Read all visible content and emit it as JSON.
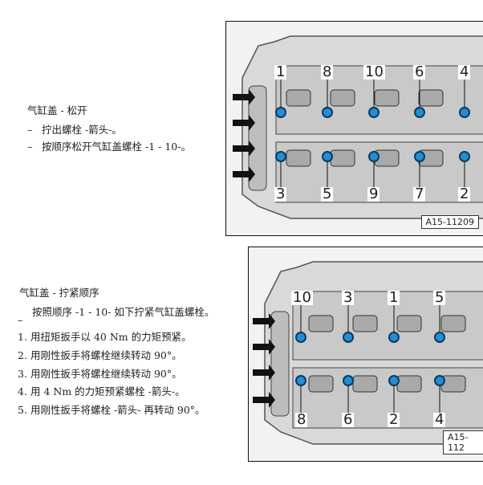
{
  "section_loosen": {
    "title": "气缸盖 - 松开",
    "bullets": [
      "拧出螺栓 -箭头-。",
      "按顺序松开气缸盖螺栓 -1 - 10-。"
    ]
  },
  "section_tighten": {
    "title": "气缸盖 - 拧紧顺序",
    "bullet": "按照顺序 -1 - 10- 如下拧紧气缸盖螺栓。",
    "steps": [
      {
        "num": "1.",
        "text": "用扭矩扳手以 40 Nm 的力矩预紧。"
      },
      {
        "num": "2.",
        "text": "用刚性扳手将螺栓继续转动 90°。"
      },
      {
        "num": "3.",
        "text": "用刚性扳手将螺栓继续转动 90°。"
      },
      {
        "num": "4.",
        "text": "用 4 Nm 的力矩预紧螺栓 -箭头-。"
      },
      {
        "num": "5.",
        "text": "用刚性扳手将螺栓 -箭头- 再转动 90°。"
      }
    ]
  },
  "figure_loosen": {
    "id": "A15-11209",
    "top_numbers": [
      "1",
      "8",
      "10",
      "6",
      "4"
    ],
    "bottom_numbers": [
      "3",
      "5",
      "9",
      "7",
      "2"
    ],
    "bolt_color": "#1f8fd6"
  },
  "figure_tighten": {
    "id": "A15-112",
    "top_numbers": [
      "10",
      "3",
      "1",
      "5"
    ],
    "bottom_numbers": [
      "8",
      "6",
      "2",
      "4"
    ],
    "bolt_color": "#1f8fd6"
  },
  "dash": "–"
}
